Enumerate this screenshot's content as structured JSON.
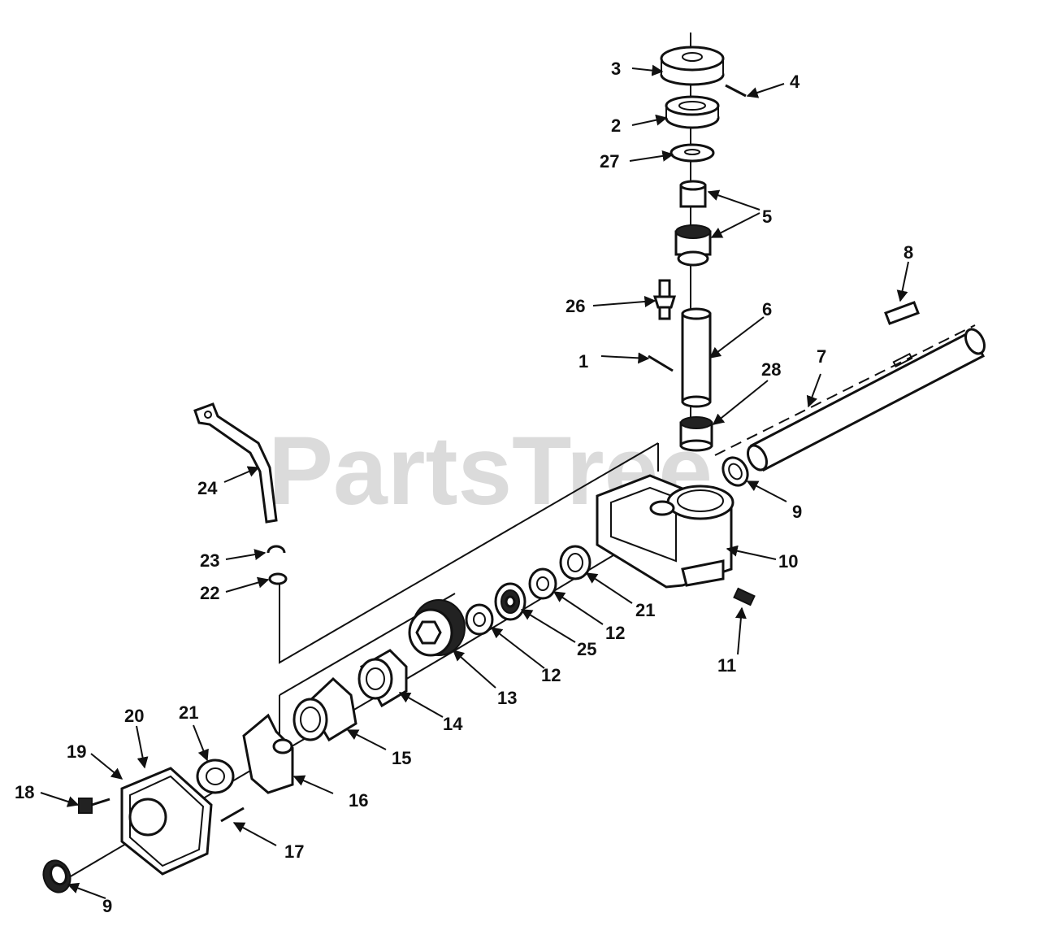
{
  "watermark": "PartsTree",
  "callouts": {
    "c1": "1",
    "c2": "2",
    "c3": "3",
    "c4": "4",
    "c5": "5",
    "c6": "6",
    "c7": "7",
    "c8": "8",
    "c9a": "9",
    "c9b": "9",
    "c10": "10",
    "c11": "11",
    "c12a": "12",
    "c12b": "12",
    "c13": "13",
    "c14": "14",
    "c15": "15",
    "c16": "16",
    "c17": "17",
    "c18": "18",
    "c19": "19",
    "c20": "20",
    "c21a": "21",
    "c21b": "21",
    "c22": "22",
    "c23": "23",
    "c24": "24",
    "c25": "25",
    "c26": "26",
    "c27": "27",
    "c28": "28"
  }
}
